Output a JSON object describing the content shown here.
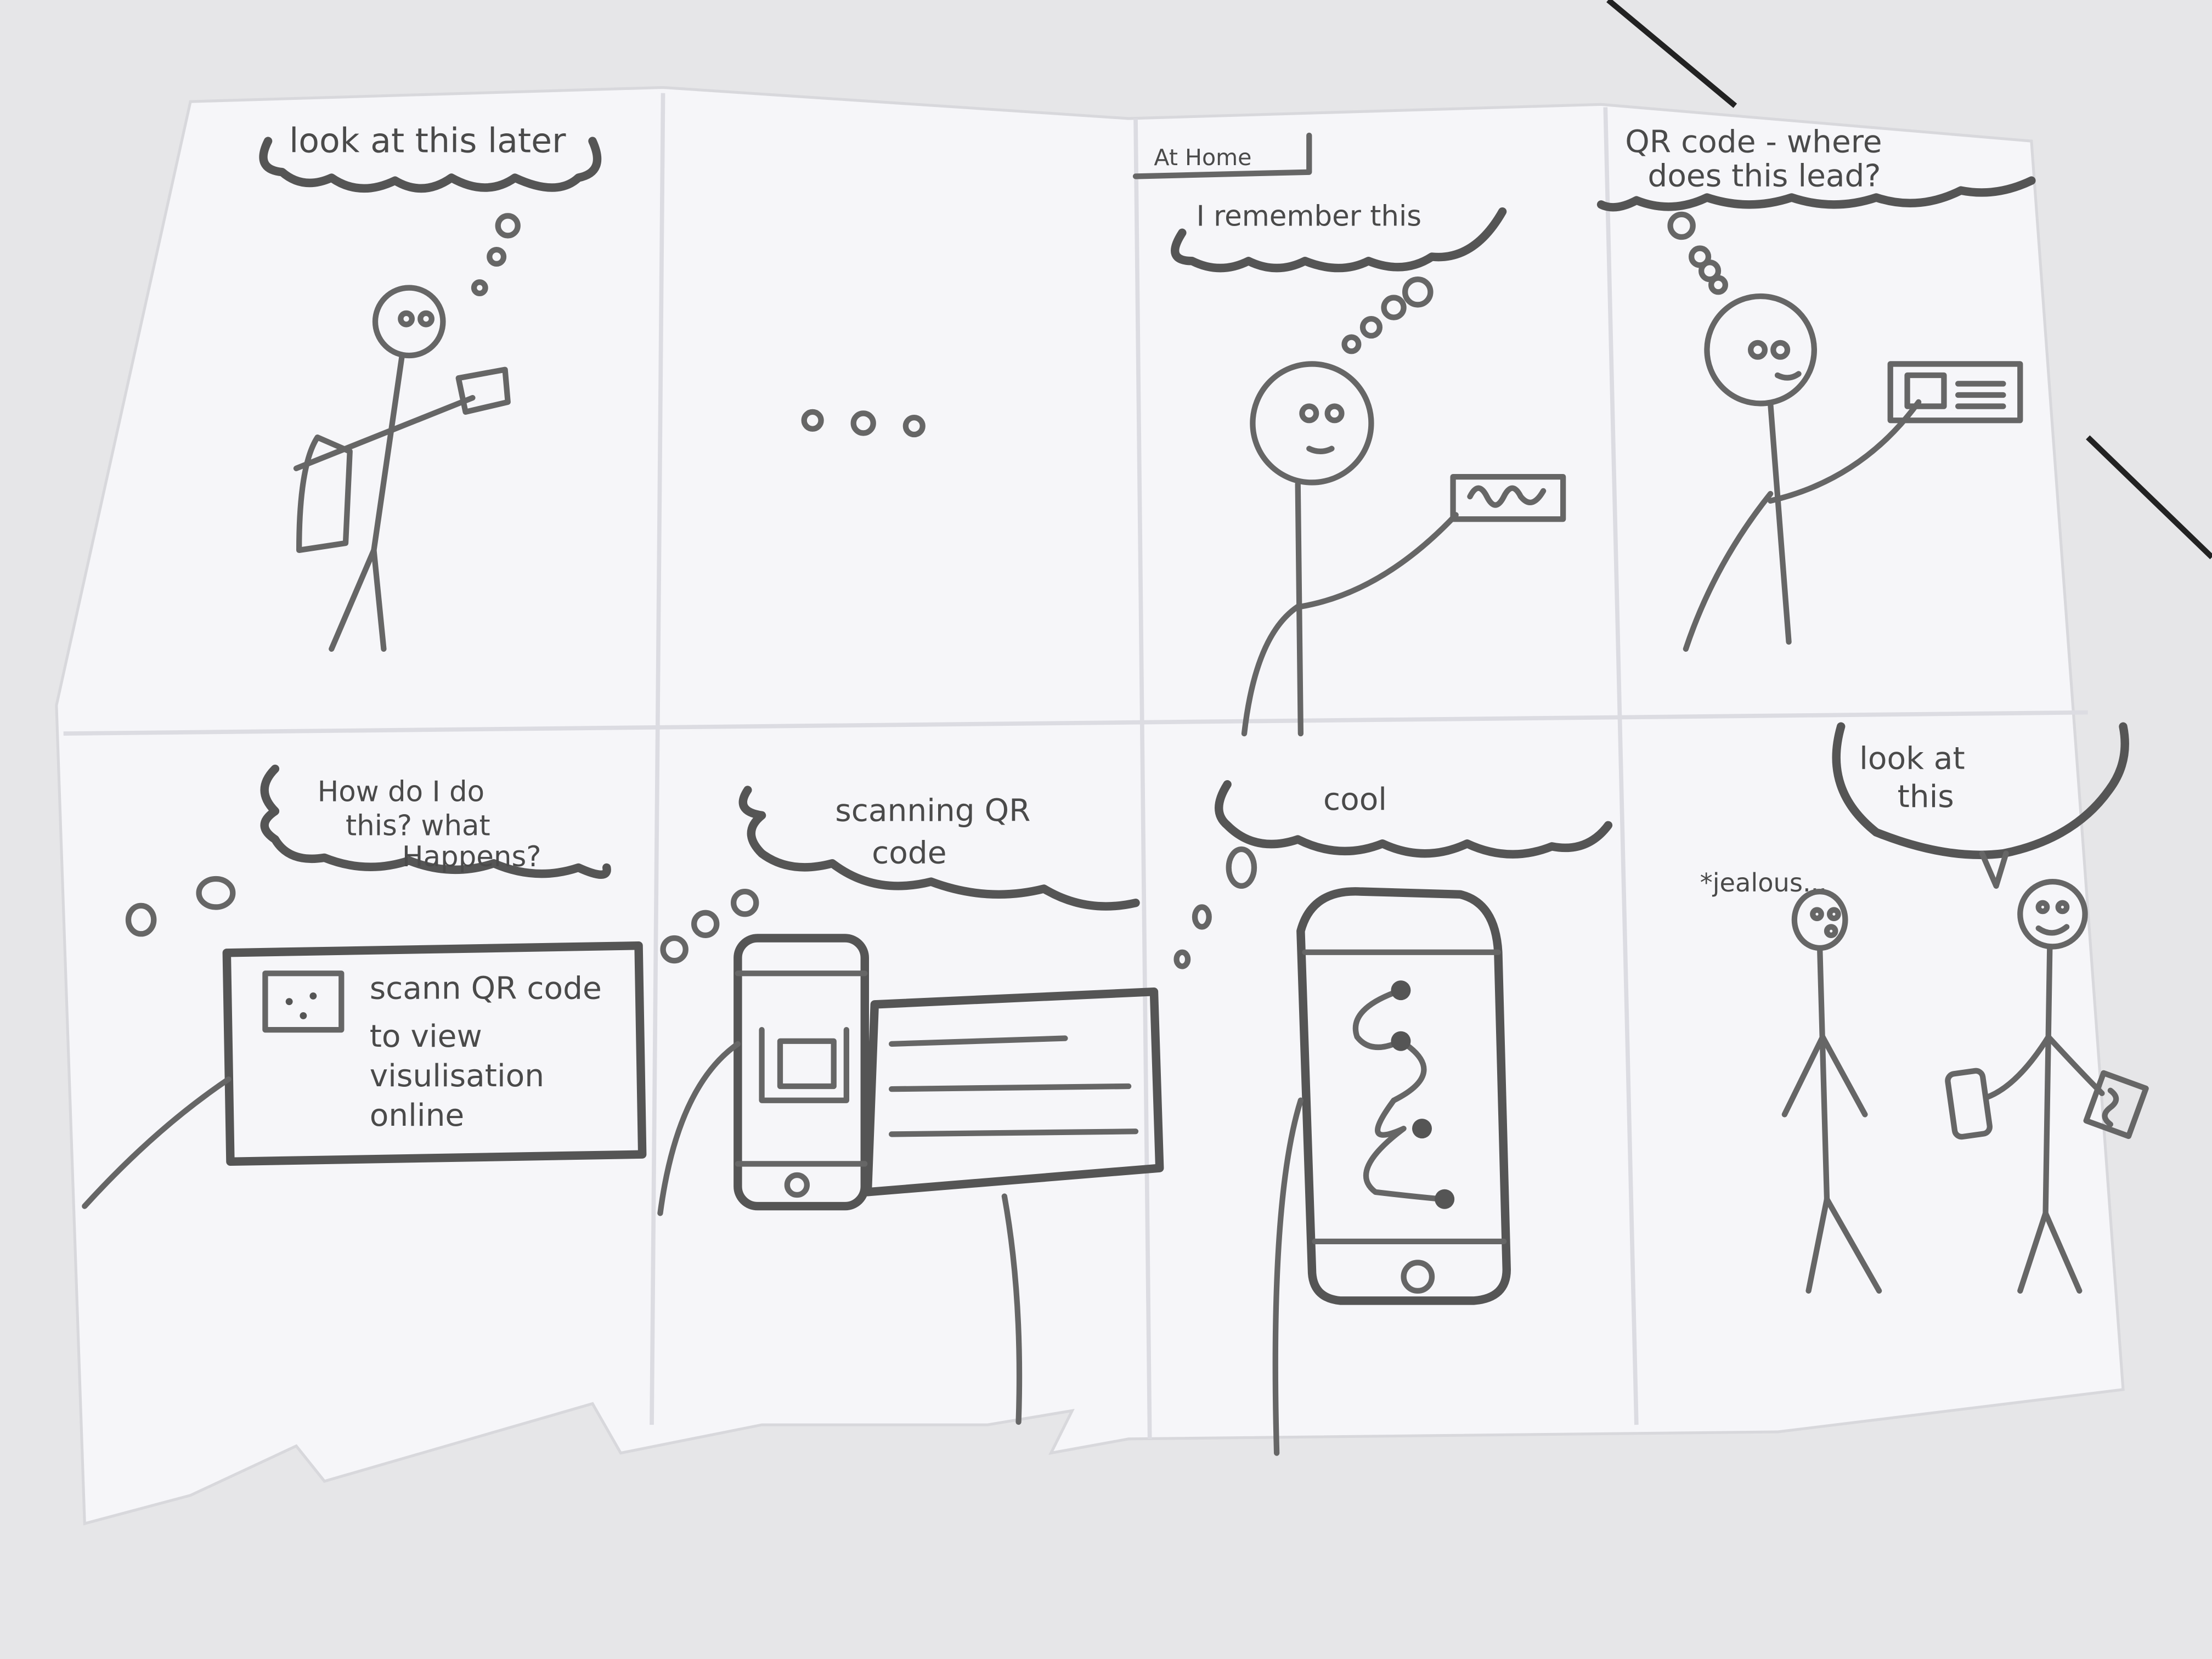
{
  "storyboard": {
    "panels": [
      {
        "id": "p1",
        "thought": "look at this later"
      },
      {
        "id": "p2",
        "thought": ""
      },
      {
        "id": "p3",
        "label": "At Home",
        "thought": "I remember this"
      },
      {
        "id": "p4",
        "thought_line1": "QR code - where",
        "thought_line2": "does this lead?"
      },
      {
        "id": "p5",
        "thought_line1": "How do I do",
        "thought_line2": "this? what",
        "thought_line3": "Happens?",
        "card_line1": "scann QR code",
        "card_line2": "to view",
        "card_line3": "visulisation",
        "card_line4": "online"
      },
      {
        "id": "p6",
        "thought_line1": "scanning QR",
        "thought_line2": "code"
      },
      {
        "id": "p7",
        "thought": "cool"
      },
      {
        "id": "p8",
        "side_note": "*jealous...",
        "speech_line1": "look at",
        "speech_line2": "this"
      }
    ]
  },
  "colors": {
    "paper": "#f7f7fa",
    "table": "#e6e6e8",
    "pencil": "#555555"
  }
}
